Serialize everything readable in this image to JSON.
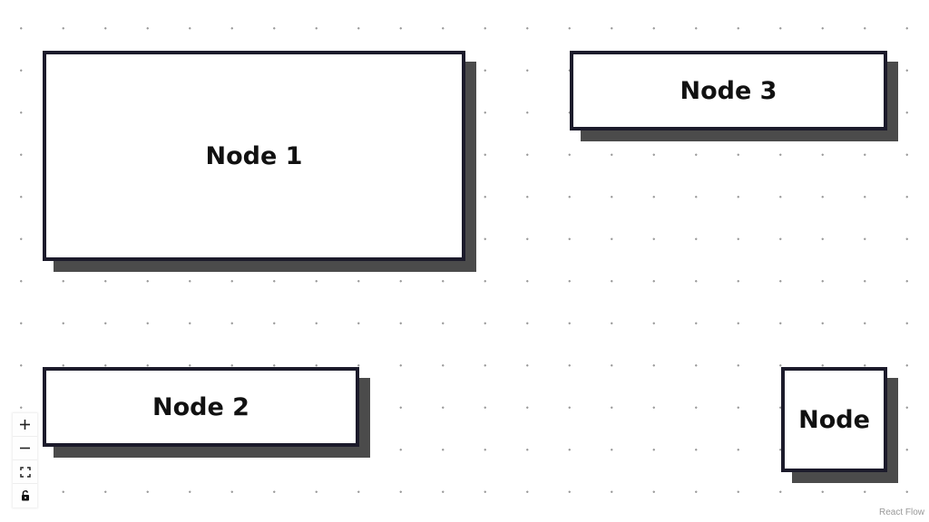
{
  "nodes": [
    {
      "id": "n1",
      "label": "Node 1"
    },
    {
      "id": "n2",
      "label": "Node 2"
    },
    {
      "id": "n3",
      "label": "Node 3"
    },
    {
      "id": "n4",
      "label": "Node"
    }
  ],
  "controls": [
    {
      "icon": "plus-icon",
      "action": "zoom-in"
    },
    {
      "icon": "minus-icon",
      "action": "zoom-out"
    },
    {
      "icon": "fit-view-icon",
      "action": "fit-view"
    },
    {
      "icon": "unlock-icon",
      "action": "toggle-interactivity"
    }
  ],
  "attribution": "React Flow",
  "colors": {
    "node_border": "#1c1b2b",
    "node_shadow": "#4b4b4b",
    "background_dots": "#9a9a9a"
  }
}
